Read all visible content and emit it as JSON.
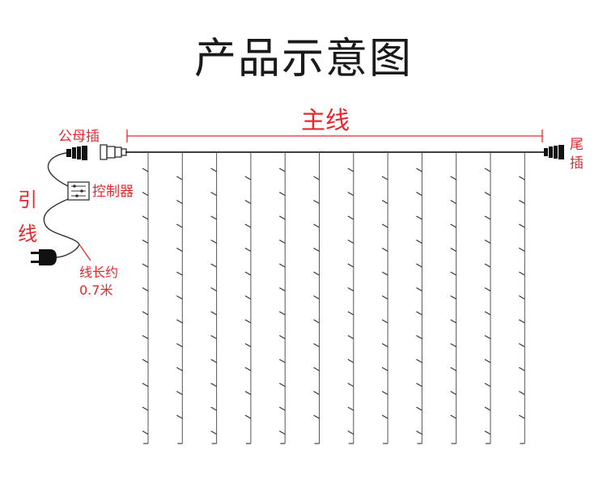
{
  "title": "产品示意图",
  "labels": {
    "main_line": "主线",
    "plug": "公母插",
    "tail_plug": "尾插",
    "lead_wire": "引线",
    "controller": "控制器",
    "wire_length_line1": "线长约",
    "wire_length_line2": "0.7米"
  },
  "colors": {
    "annotation": "#e8262b",
    "wire": "#222222"
  },
  "strands": {
    "count": 12,
    "lights_per_strand": 12
  }
}
